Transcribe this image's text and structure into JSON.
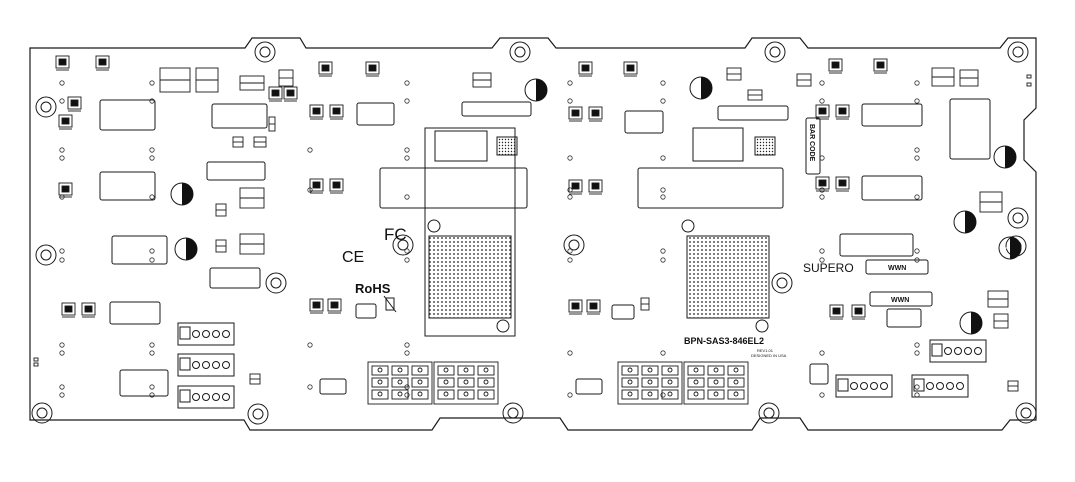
{
  "board": {
    "model": "BPN-SAS3-846EL2",
    "revision": "REV1.01",
    "designed_in": "DESIGNED IN USA",
    "brand": "SUPERO",
    "barcode_label": "BAR CODE",
    "wwn_label_1": "WWN",
    "wwn_label_2": "WWN",
    "rohs_mark": "RoHS",
    "fcc_mark": "FC",
    "ce_mark": "CE"
  },
  "colors": {
    "outline": "#1a1a1a",
    "background": "#ffffff",
    "fill_dark": "#111111"
  },
  "icons": {
    "mounting_hole": "mounting-hole-icon",
    "power_connector": "power-connector-icon",
    "bga_chip": "bga-chip-icon",
    "capacitor": "capacitor-icon",
    "jumper": "jumper-icon"
  }
}
